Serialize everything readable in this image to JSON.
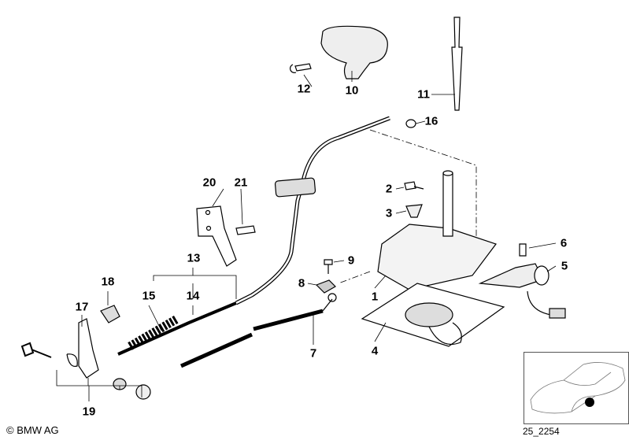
{
  "callouts": {
    "p1": "1",
    "p2": "2",
    "p3": "3",
    "p4": "4",
    "p5": "5",
    "p6": "6",
    "p7": "7",
    "p8": "8",
    "p9": "9",
    "p10": "10",
    "p11": "11",
    "p12": "12",
    "p13": "13",
    "p14": "14",
    "p15": "15",
    "p16": "16",
    "p17": "17",
    "p18": "18",
    "p19": "19",
    "p20": "20",
    "p21": "21"
  },
  "footer": {
    "copyright": "© BMW AG",
    "reference": "25_2254"
  },
  "inset": {
    "marker_color": "#000000"
  }
}
